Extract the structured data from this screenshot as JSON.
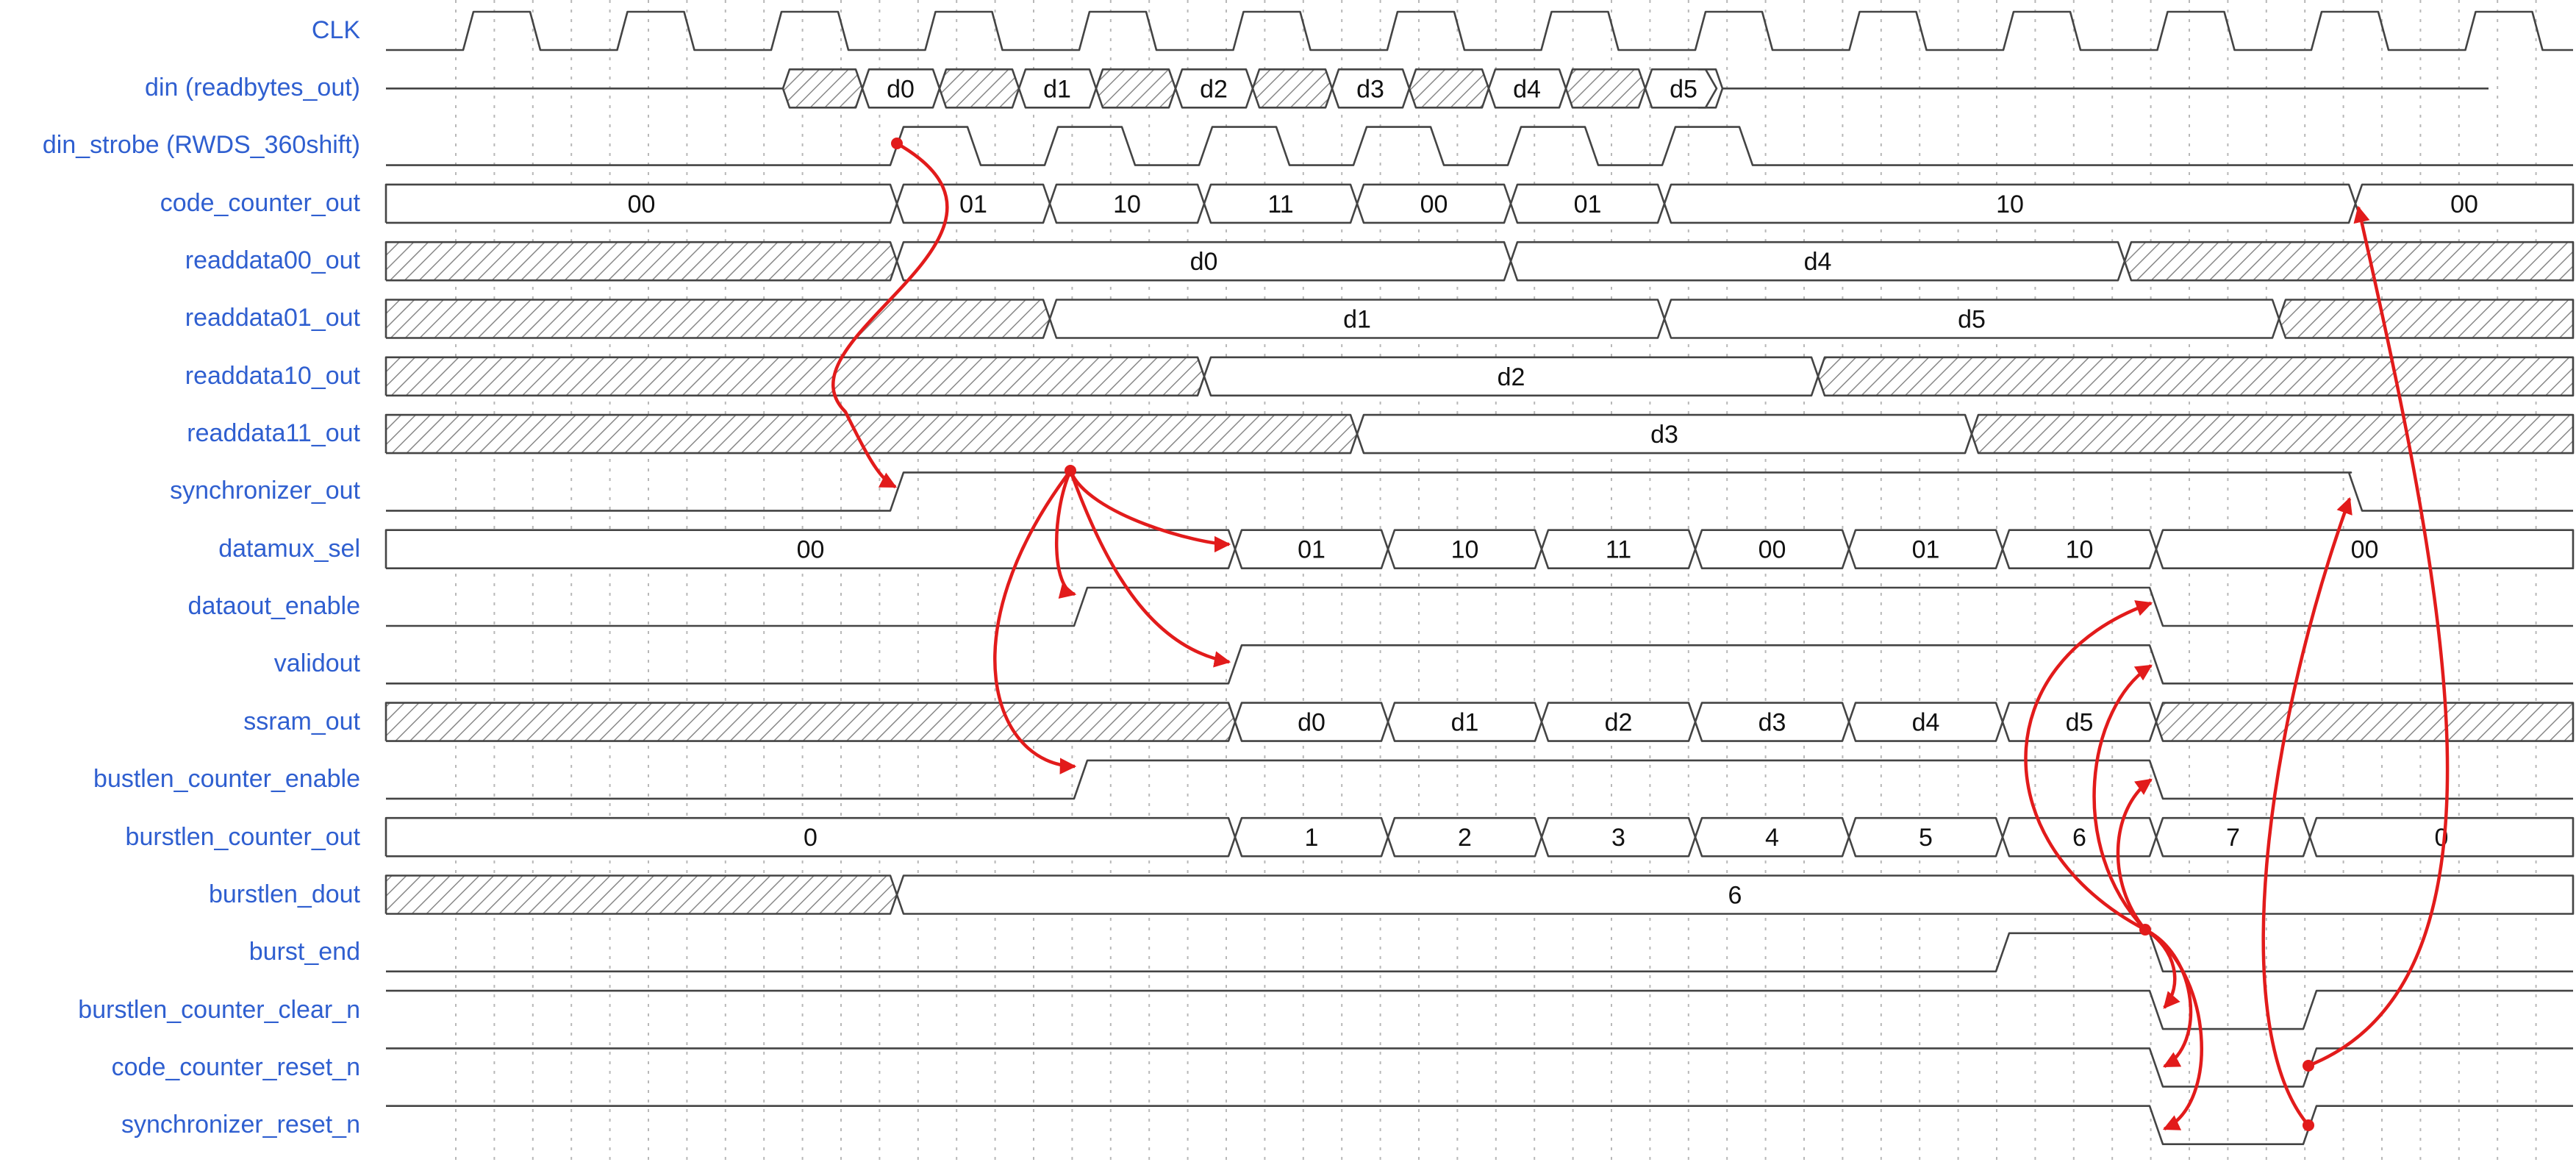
{
  "diagram": {
    "signals": [
      {
        "id": "clk",
        "label": "CLK"
      },
      {
        "id": "din",
        "label": "din (readbytes_out)"
      },
      {
        "id": "din_strobe",
        "label": "din_strobe (RWDS_360shift)"
      },
      {
        "id": "code_counter_out",
        "label": "code_counter_out"
      },
      {
        "id": "readdata00_out",
        "label": "readdata00_out"
      },
      {
        "id": "readdata01_out",
        "label": "readdata01_out"
      },
      {
        "id": "readdata10_out",
        "label": "readdata10_out"
      },
      {
        "id": "readdata11_out",
        "label": "readdata11_out"
      },
      {
        "id": "synchronizer_out",
        "label": "synchronizer_out"
      },
      {
        "id": "datamux_sel",
        "label": "datamux_sel"
      },
      {
        "id": "dataout_enable",
        "label": "dataout_enable"
      },
      {
        "id": "validout",
        "label": "validout"
      },
      {
        "id": "ssram_out",
        "label": "ssram_out"
      },
      {
        "id": "bustlen_counter_enable",
        "label": "bustlen_counter_enable"
      },
      {
        "id": "burstlen_counter_out",
        "label": "burstlen_counter_out"
      },
      {
        "id": "burstlen_dout",
        "label": "burstlen_dout"
      },
      {
        "id": "burst_end",
        "label": "burst_end"
      },
      {
        "id": "burstlen_counter_clear_n",
        "label": "burstlen_counter_clear_n"
      },
      {
        "id": "code_counter_reset_n",
        "label": "code_counter_reset_n"
      },
      {
        "id": "synchronizer_reset_n",
        "label": "synchronizer_reset_n"
      }
    ],
    "values": {
      "din": [
        "d0",
        "d1",
        "d2",
        "d3",
        "d4",
        "d5"
      ],
      "code_counter_out": [
        "00",
        "01",
        "10",
        "11",
        "00",
        "01",
        "10",
        "00"
      ],
      "readdata00_out": [
        "d0",
        "d4"
      ],
      "readdata01_out": [
        "d1",
        "d5"
      ],
      "readdata10_out": [
        "d2"
      ],
      "readdata11_out": [
        "d3"
      ],
      "datamux_sel": [
        "00",
        "01",
        "10",
        "11",
        "00",
        "01",
        "10",
        "00"
      ],
      "ssram_out": [
        "d0",
        "d1",
        "d2",
        "d3",
        "d4",
        "d5"
      ],
      "burstlen_counter_out": [
        "0",
        "1",
        "2",
        "3",
        "4",
        "5",
        "6",
        "7",
        "0"
      ],
      "burstlen_dout": [
        "6"
      ]
    },
    "colors": {
      "label": "#2f5fd0",
      "waveform": "#444444",
      "arrow": "#e21b1b",
      "grid": "#b8b8b8",
      "hatch": "#888888"
    }
  }
}
